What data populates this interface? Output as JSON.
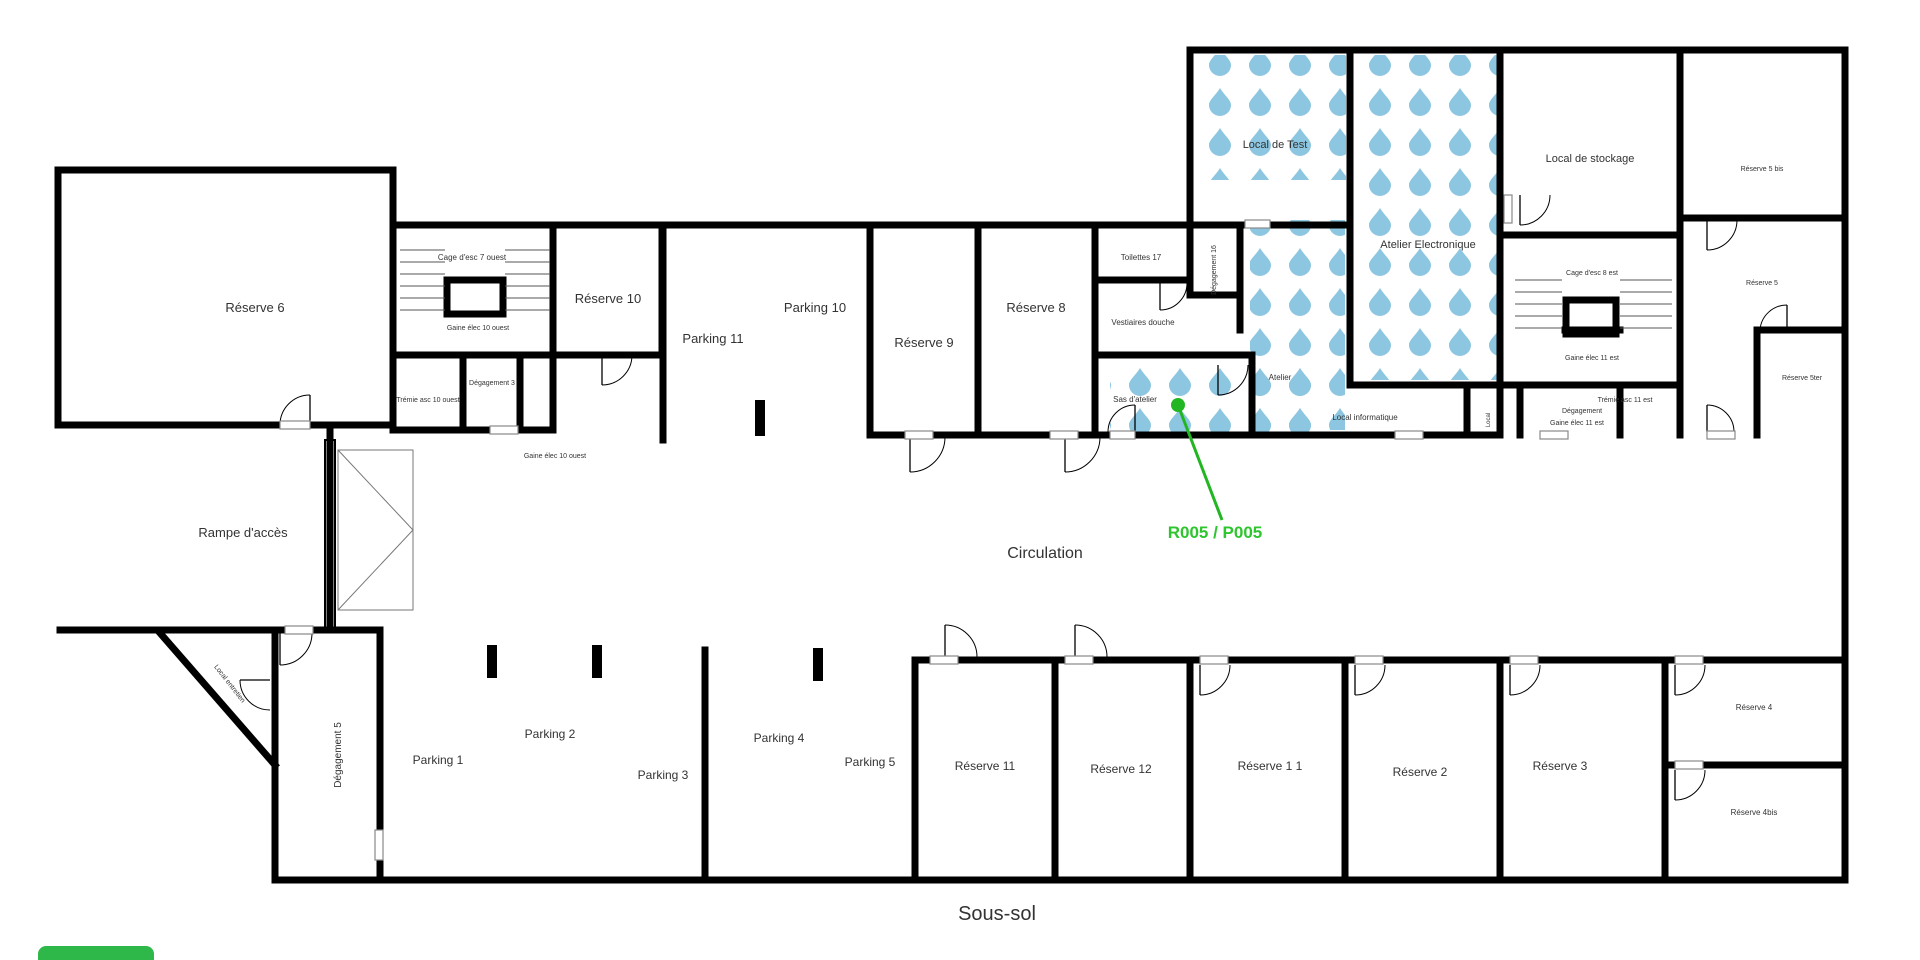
{
  "plan": {
    "floor_title": "Sous-sol",
    "colors": {
      "marker": "#23b623",
      "tiles": "#8cc6e0",
      "walls": "#000000"
    },
    "rooms": {
      "reserve6": "Réserve 6",
      "cage7": "Cage d'esc 7 ouest",
      "gaine10a": "Gaine élec 10 ouest",
      "reserve10": "Réserve 10",
      "parking11": "Parking 11",
      "parking10": "Parking 10",
      "reserve9": "Réserve 9",
      "reserve8": "Réserve 8",
      "toilettes17": "Toilettes 17",
      "vestiaires": "Vestiaires douche",
      "degagement16": "Dégagement 16",
      "sas": "Sas d'atelier",
      "atelier": "Atelier",
      "local_test": "Local de Test",
      "atelier_elec": "Atelier Electronique",
      "local_info": "Local informatique",
      "local_tech": "Local",
      "local_stockage": "Local de stockage",
      "reserve5bis": "Réserve 5 bis",
      "cage8": "Cage d'esc 8 est",
      "gaine11": "Gaine élec 11 est",
      "reserve5": "Réserve 5",
      "reserve5ter": "Réserve 5ter",
      "tremie11": "Trémie asc 11 est",
      "degagement_est": "Dégagement",
      "gaine11b": "Gaine élec 11 est",
      "tremie10": "Trémie asc 10 ouest",
      "degagement3": "Dégagement 3",
      "gaine10_note": "Gaine élec 10 ouest",
      "rampe": "Rampe d'accès",
      "circulation": "Circulation",
      "local_entretien": "Local entretien",
      "degagement5": "Dégagement 5",
      "parking1": "Parking 1",
      "parking2": "Parking 2",
      "parking3": "Parking 3",
      "parking4": "Parking 4",
      "parking5": "Parking 5",
      "reserve11": "Réserve 11",
      "reserve12": "Réserve 12",
      "reserve1_1": "Réserve 1 1",
      "reserve2": "Réserve 2",
      "reserve3": "Réserve 3",
      "reserve4": "Réserve 4",
      "reserve4bis": "Réserve 4bis"
    },
    "marker": {
      "label": "R005 / P005"
    }
  }
}
